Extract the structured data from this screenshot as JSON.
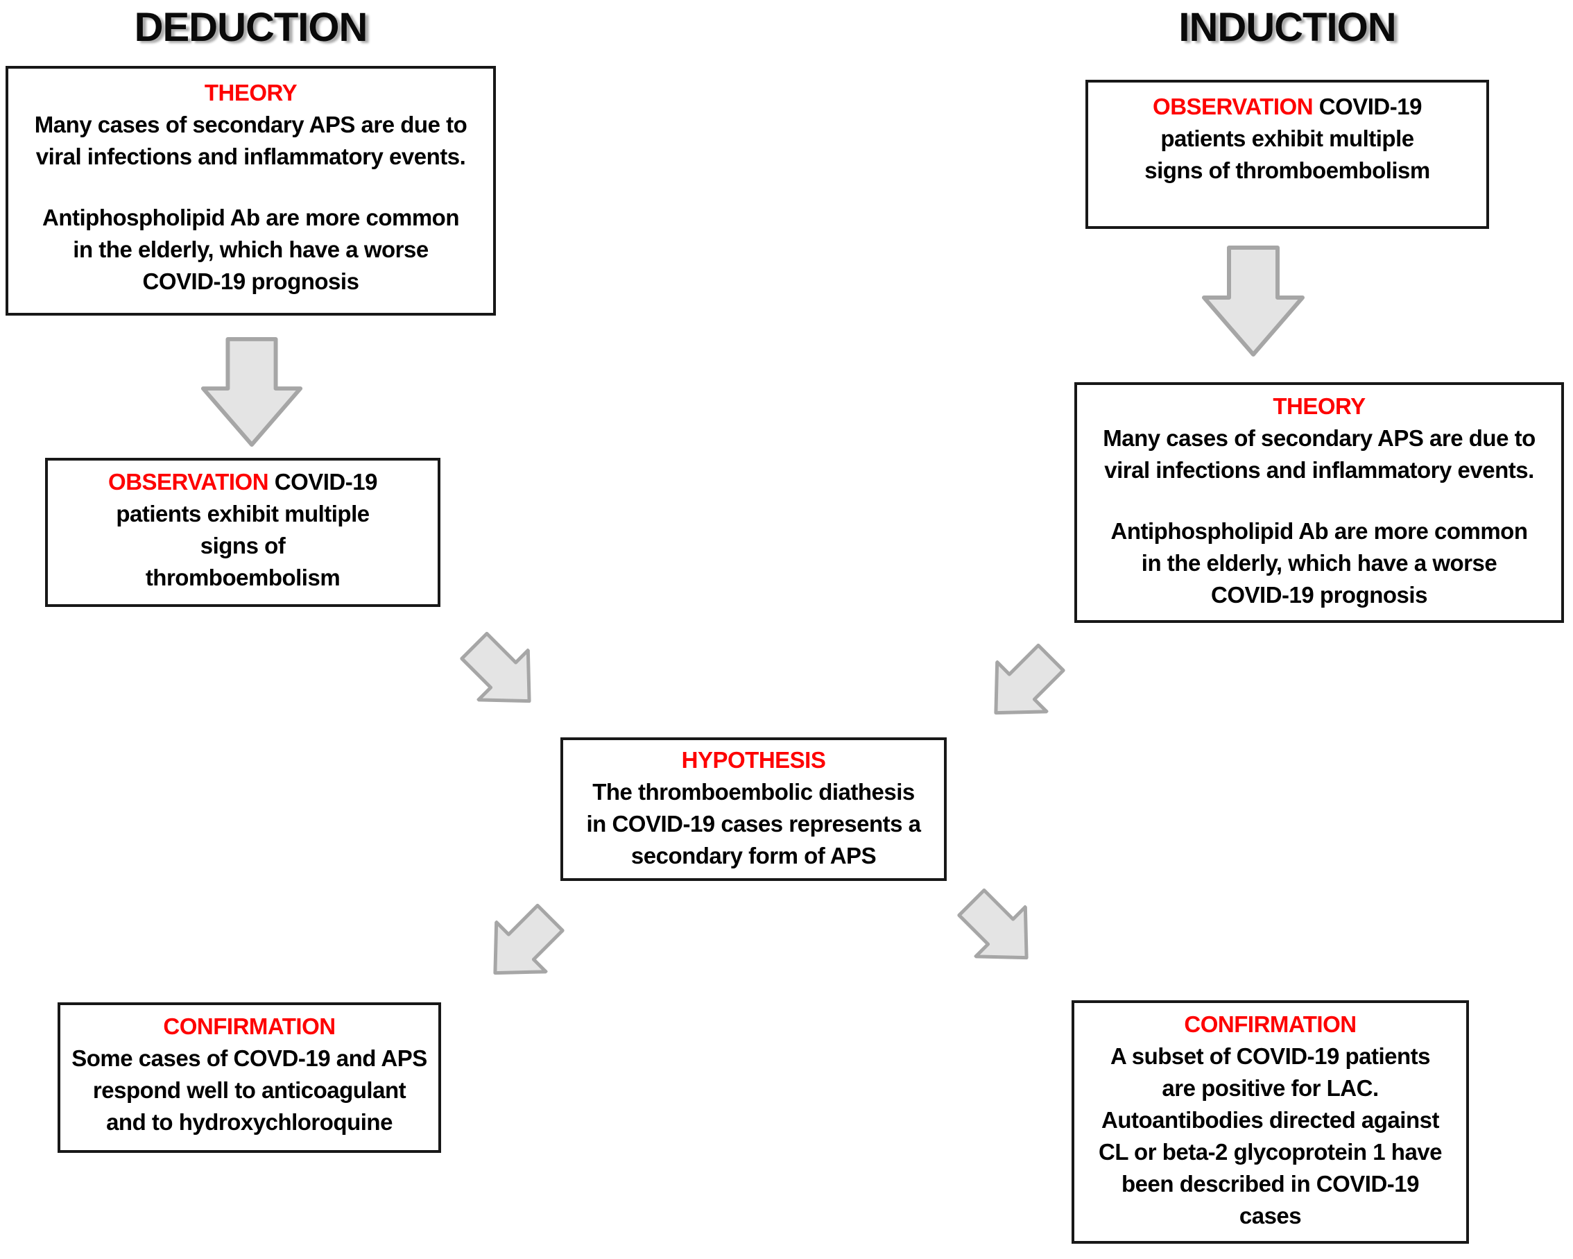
{
  "titles": {
    "left": "DEDUCTION",
    "right": "INDUCTION"
  },
  "colors": {
    "label_red": "#fe0000",
    "box_border": "#181818",
    "arrow_fill": "#e4e4e4",
    "arrow_border": "#a6a6a6",
    "background": "#ffffff"
  },
  "boxes": {
    "left_theory": {
      "label": "THEORY",
      "lines": [
        "Many cases of secondary APS are due to",
        "viral infections and inflammatory events.",
        "Antiphospholipid Ab are more common",
        "in the elderly, which have a worse",
        "COVID-19 prognosis"
      ]
    },
    "left_observation": {
      "label": "OBSERVATION",
      "label_rest": "COVID-19",
      "lines": [
        "patients exhibit multiple",
        "signs of",
        "thromboembolism"
      ]
    },
    "right_observation": {
      "label": "OBSERVATION",
      "label_rest": "COVID-19",
      "lines": [
        "patients exhibit multiple",
        "signs of thromboembolism"
      ]
    },
    "right_theory": {
      "label": "THEORY",
      "lines": [
        "Many cases of secondary APS are due to",
        "viral infections and inflammatory events.",
        "Antiphospholipid Ab are more common",
        "in the elderly, which have a worse",
        "COVID-19 prognosis"
      ]
    },
    "hypothesis": {
      "label": "HYPOTHESIS",
      "lines": [
        "The thromboembolic diathesis",
        "in COVID-19 cases represents a",
        "secondary form of APS"
      ]
    },
    "left_confirmation": {
      "label": "CONFIRMATION",
      "lines": [
        "Some cases of COVD-19 and APS",
        "respond well to anticoagulant",
        "and to hydroxychloroquine"
      ]
    },
    "right_confirmation": {
      "label": "CONFIRMATION",
      "lines": [
        "A subset of COVID-19 patients",
        "are positive for LAC.",
        "Autoantibodies directed against",
        "CL or beta-2 glycoprotein 1 have",
        "been described in COVID-19",
        "cases"
      ]
    }
  }
}
